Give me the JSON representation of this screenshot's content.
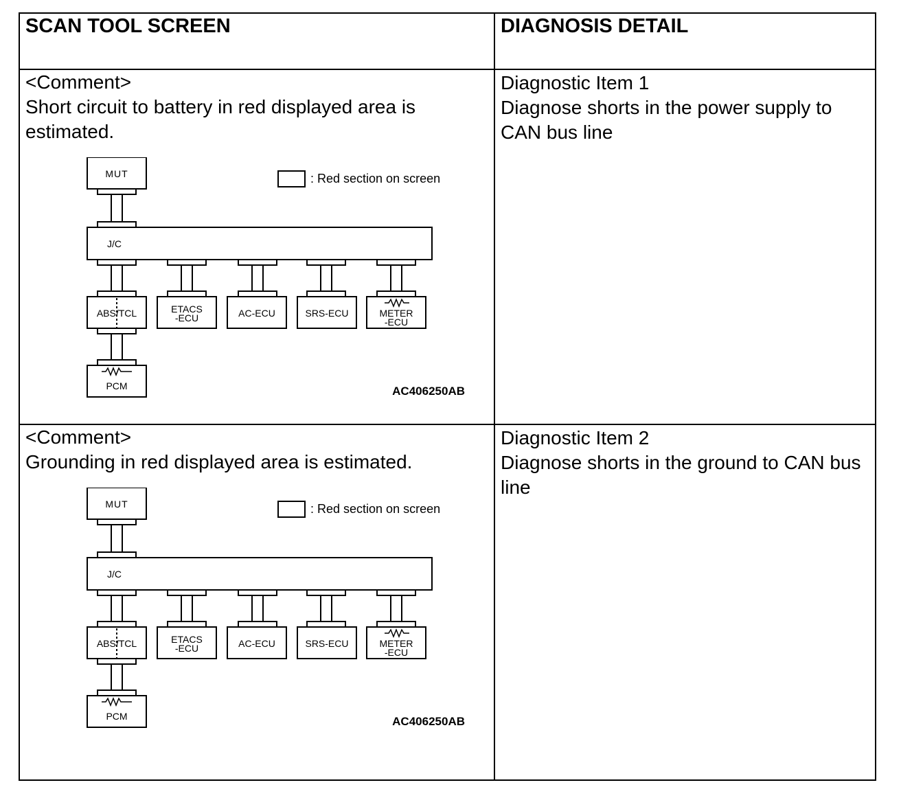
{
  "headers": {
    "left": "SCAN TOOL SCREEN",
    "right": "DIAGNOSIS DETAIL"
  },
  "rows": [
    {
      "comment_label": "<Comment>",
      "comment_text": "Short circuit to battery in red displayed area is estimated.",
      "diagram": {
        "mut": "MUT",
        "jc": "J/C",
        "legend": ": Red section on screen",
        "ecus": [
          "ABS/TCL",
          "ETACS -ECU",
          "AC-ECU",
          "SRS-ECU",
          "METER -ECU"
        ],
        "pcm": "PCM",
        "figure_id": "AC406250AB"
      },
      "item_title": "Diagnostic Item 1",
      "item_text": "Diagnose shorts in the power supply to CAN bus line"
    },
    {
      "comment_label": "<Comment>",
      "comment_text": "Grounding in red displayed area is estimated.",
      "diagram": {
        "mut": "MUT",
        "jc": "J/C",
        "legend": ": Red section on screen",
        "ecus": [
          "ABS/TCL",
          "ETACS -ECU",
          "AC-ECU",
          "SRS-ECU",
          "METER -ECU"
        ],
        "pcm": "PCM",
        "figure_id": "AC406250AB"
      },
      "item_title": "Diagnostic Item 2",
      "item_text": "Diagnose shorts in the ground to CAN bus line"
    }
  ]
}
